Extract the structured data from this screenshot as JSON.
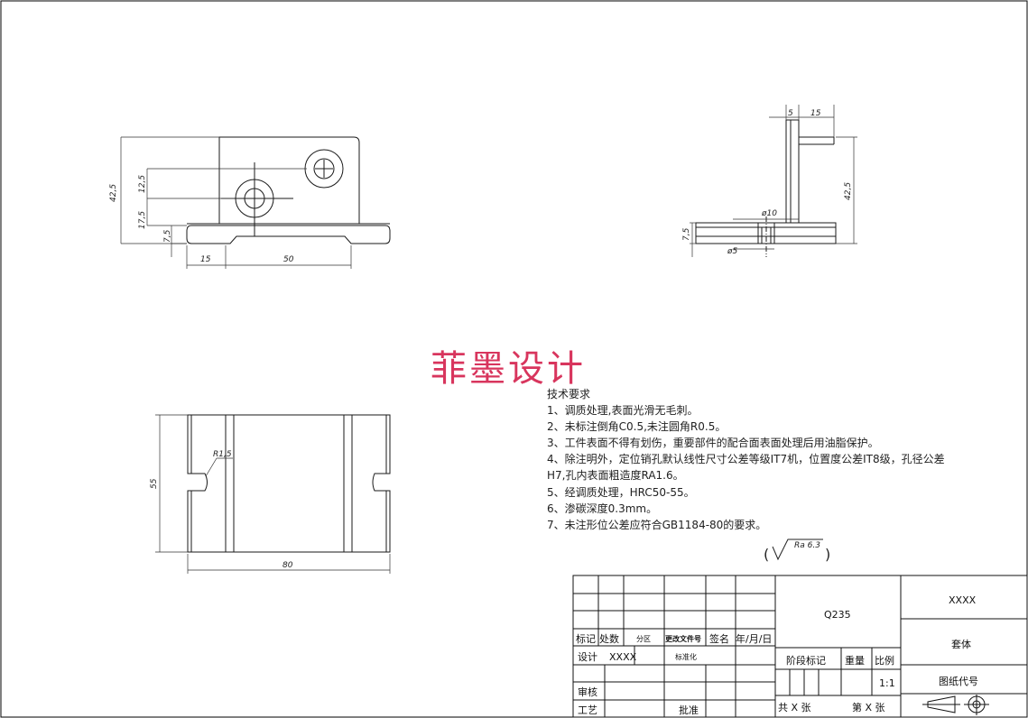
{
  "watermark": "菲墨设计",
  "requirements": {
    "heading": "技术要求",
    "items": [
      "1、调质处理,表面光滑无毛刺。",
      "2、未标注倒角C0.5,未注圆角R0.5。",
      "3、工件表面不得有划伤，重要部件的配合面表面处理后用油脂保护。",
      "4、除注明外，定位销孔默认线性尺寸公差等级IT7机，位置度公差IT8级，孔径公差",
      "H7,孔内表面粗造度RA1.6。",
      "5、经调质处理，HRC50-55。",
      "6、渗碳深度0.3mm。",
      "7、未注形位公差应符合GB1184-80的要求。"
    ],
    "roughness": "Ra 6.3"
  },
  "front_view": {
    "dims": {
      "d42_5": "42,5",
      "d12_5": "12,5",
      "d17_5": "17,5",
      "d7_5": "7,5",
      "d15": "15",
      "d50": "50"
    }
  },
  "side_view": {
    "dims": {
      "d5": "5",
      "d15": "15",
      "d42_5": "42,5",
      "d7_5": "7,5",
      "phi10": "ø10",
      "phi5": "ø5"
    }
  },
  "top_view": {
    "dims": {
      "r1_5": "R1,5",
      "d55": "55",
      "d80": "80"
    }
  },
  "title_block": {
    "material": "Q235",
    "code": "XXXX",
    "part_name": "套体",
    "headers": {
      "mark": "标记",
      "count": "处数",
      "zone": "分区",
      "change_doc": "更改文件号",
      "sign": "签名",
      "date": "年/月/日"
    },
    "design": "设计",
    "designer": "XXXX",
    "standardize": "标准化",
    "review": "审核",
    "process": "工艺",
    "approve": "批准",
    "stage_mark": "阶段标记",
    "weight": "重量",
    "scale": "比例",
    "scale_value": "1:1",
    "drawing_no": "图纸代号",
    "total_sheets": "共 X 张",
    "sheet_no": "第 X 张"
  },
  "colors": {
    "line": "#1a1a1a",
    "dim": "#333333",
    "watermark": "#d8355d"
  }
}
